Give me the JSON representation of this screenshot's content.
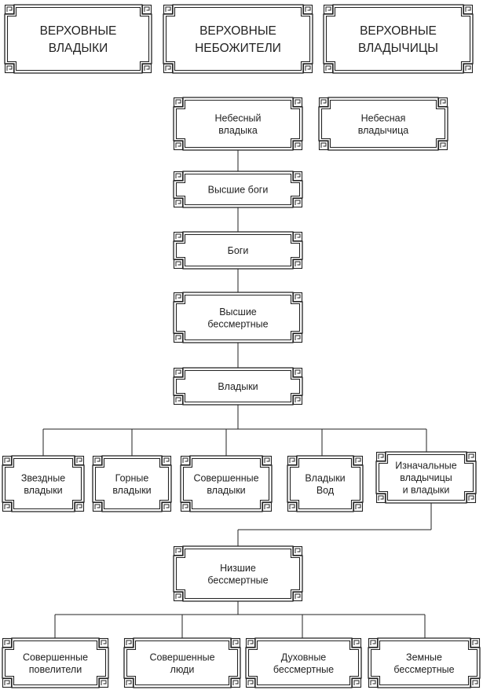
{
  "colors": {
    "line": "#222222",
    "background": "#ffffff"
  },
  "nodes": {
    "top_lords": [
      "ВЕРХОВНЫЕ",
      "ВЛАДЫКИ"
    ],
    "top_celestials": [
      "ВЕРХОВНЫЕ",
      "НЕБОЖИТЕЛИ"
    ],
    "top_ladies": [
      "ВЕРХОВНЫЕ",
      "ВЛАДЫЧИЦЫ"
    ],
    "heavenly_lord": [
      "Небесный",
      "владыка"
    ],
    "heavenly_lady": [
      "Небесная",
      "владычица"
    ],
    "supreme_gods": [
      "Высшие боги"
    ],
    "gods": [
      "Боги"
    ],
    "supreme_immortals": [
      "Высшие",
      "бессмертные"
    ],
    "lords": [
      "Владыки"
    ],
    "star_lords": [
      "Звездные",
      "владыки"
    ],
    "mountain_lords": [
      "Горные",
      "владыки"
    ],
    "perfect_lords": [
      "Совершенные",
      "владыки"
    ],
    "water_lords": [
      "Владыки",
      "Вод"
    ],
    "primordial": [
      "Изначальные",
      "владычицы",
      "и владыки"
    ],
    "lower_immortals": [
      "Низшие",
      "бессмертные"
    ],
    "perfect_rulers": [
      "Совершенные",
      "повелители"
    ],
    "perfect_people": [
      "Совершенные",
      "люди"
    ],
    "spirit_immortals": [
      "Духовные",
      "бессмертные"
    ],
    "earth_immortals": [
      "Земные",
      "бессмертные"
    ]
  }
}
